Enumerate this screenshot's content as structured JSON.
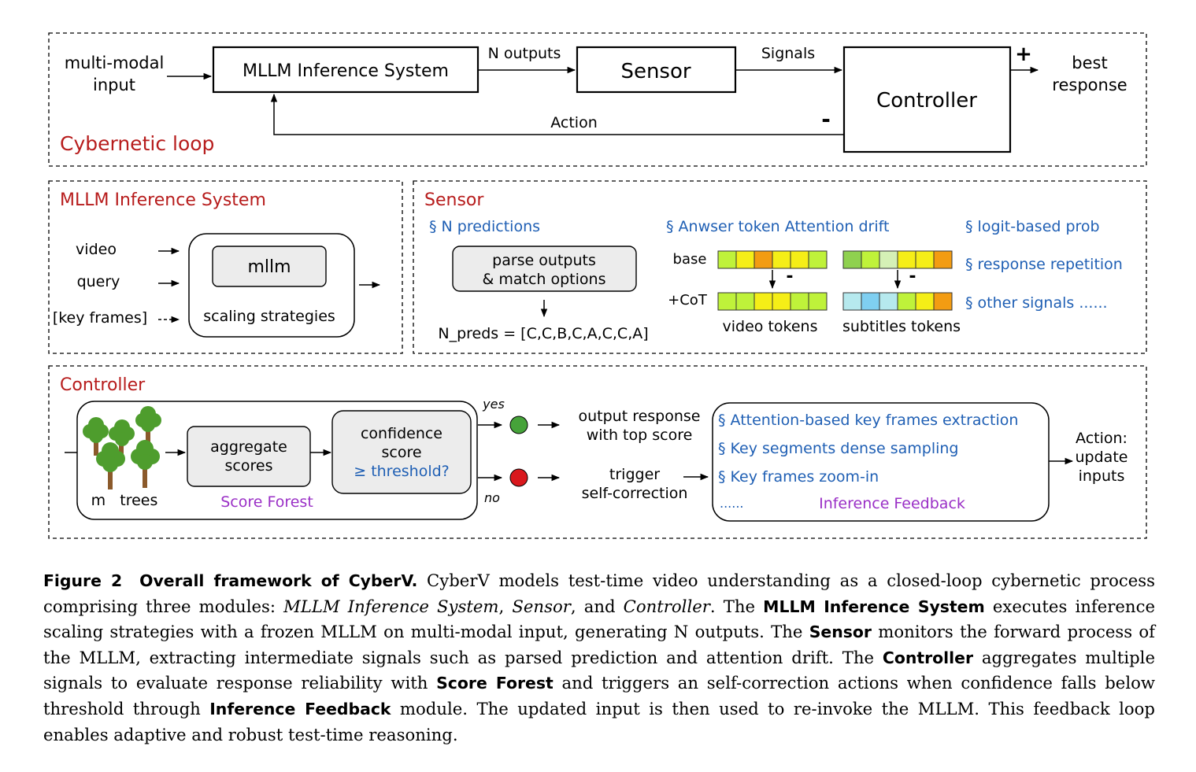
{
  "colors": {
    "section_title": "#b71c1c",
    "blue_text": "#1f5fb4",
    "purple_text": "#9a2fc6",
    "box_fill": "#ececec",
    "heat_yellow": "#f5ee17",
    "heat_lime": "#bff23a",
    "heat_green": "#8fd14f",
    "heat_orange": "#f39c12",
    "heat_pale": "#d5f0b6",
    "heat_cyan": "#b6e9ee",
    "heat_sky": "#7fcff1",
    "tree_green": "#4e9d2d",
    "tree_trunk": "#8b5a2b",
    "dot_green": "#46a33a",
    "dot_red": "#d9181d"
  },
  "loop": {
    "section_title": "Cybernetic loop",
    "input_label_1": "multi-modal",
    "input_label_2": "input",
    "mllm_box": "MLLM Inference System",
    "n_outputs": "N outputs",
    "sensor_box": "Sensor",
    "signals": "Signals",
    "controller_box": "Controller",
    "plus": "+",
    "minus": "-",
    "output_label_1": "best",
    "output_label_2": "response",
    "action": "Action"
  },
  "mllm": {
    "section_title": "MLLM Inference System",
    "inputs": [
      "video",
      "query",
      "[key frames]"
    ],
    "model_box": "mllm",
    "strategies": "scaling strategies"
  },
  "sensor": {
    "section_title": "Sensor",
    "n_predictions": "§ N predictions",
    "parse_line_1": "parse outputs",
    "parse_line_2": "& match options",
    "n_preds": "N_preds = [C,C,B,C,A,C,C,A]",
    "attention_drift": "§ Anwser token Attention drift",
    "row_base": "base",
    "row_cot": "+CoT",
    "minus": "-",
    "video_tokens": "video tokens",
    "subtitle_tokens": "subtitles tokens",
    "video_base_cells": [
      "heat_lime",
      "heat_yellow",
      "heat_orange",
      "heat_yellow",
      "heat_yellow",
      "heat_lime"
    ],
    "video_cot_cells": [
      "heat_lime",
      "heat_lime",
      "heat_yellow",
      "heat_yellow",
      "heat_lime",
      "heat_lime"
    ],
    "subtitle_base_cells": [
      "heat_green",
      "heat_lime",
      "heat_pale",
      "heat_yellow",
      "heat_yellow",
      "heat_orange"
    ],
    "subtitle_cot_cells": [
      "heat_cyan",
      "heat_sky",
      "heat_cyan",
      "heat_lime",
      "heat_yellow",
      "heat_orange"
    ],
    "signals": [
      "§ logit-based prob",
      "§ response repetition",
      "§ other signals ......"
    ]
  },
  "controller": {
    "section_title": "Controller",
    "trees_label": "m   trees",
    "aggregate_1": "aggregate",
    "aggregate_2": "scores",
    "score_forest": "Score Forest",
    "confidence_1": "confidence",
    "confidence_2": "score",
    "confidence_3": "≥ threshold?",
    "yes": "yes",
    "no": "no",
    "output_1": "output response",
    "output_2": "with top score",
    "trigger_1": "trigger",
    "trigger_2": "self-correction",
    "feedback_items": [
      "§ Attention-based key frames extraction",
      "§ Key segments dense sampling",
      "§ Key frames zoom-in"
    ],
    "feedback_more": "......",
    "feedback_title": "Inference Feedback",
    "action_1": "Action:",
    "action_2": "update",
    "action_3": "inputs"
  },
  "caption": {
    "label": "Figure 2",
    "title": "Overall framework of CyberV.",
    "t1": " CyberV models test-time video understanding as a closed-loop cybernetic process comprising three modules: ",
    "i1": "MLLM Inference System",
    "t2": ", ",
    "i2": "Sensor",
    "t3": ", and ",
    "i3": "Controller",
    "t4": ". The ",
    "b1": "MLLM Inference System",
    "t5": " executes inference scaling strategies with a frozen MLLM on multi-modal input, generating N outputs. The ",
    "b2": "Sensor",
    "t6": " monitors the forward process of the MLLM, extracting intermediate signals such as parsed prediction and attention drift. The ",
    "b3": "Controller",
    "t7": " aggregates multiple signals to evaluate response reliability with ",
    "b4": "Score Forest",
    "t8": " and triggers an self-correction actions when confidence falls below threshold through ",
    "b5": "Inference Feedback",
    "t9": " module. The updated input is then used to re-invoke the MLLM. This feedback loop enables adaptive and robust test-time reasoning."
  }
}
